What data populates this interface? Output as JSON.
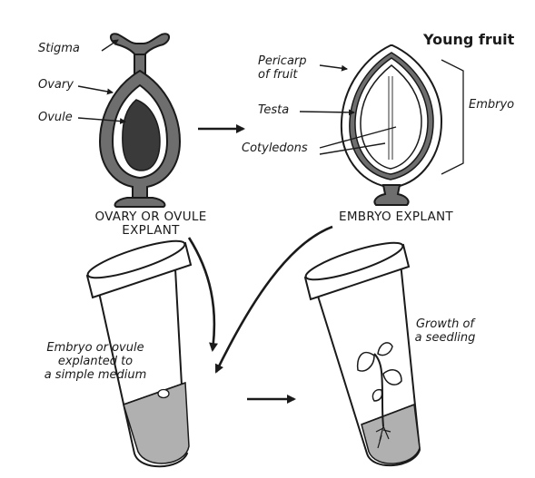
{
  "labels": {
    "stigma": "Stigma",
    "ovary": "Ovary",
    "ovule": "Ovule",
    "young_fruit": "Young fruit",
    "pericarp_line1": "Pericarp",
    "pericarp_line2": "of fruit",
    "testa": "Testa",
    "embryo": "Embryo",
    "cotyledons": "Cotyledons"
  },
  "captions": {
    "ovary_explant_line1": "OVARY OR OVULE",
    "ovary_explant_line2": "EXPLANT",
    "embryo_explant": "EMBRYO EXPLANT"
  },
  "tube_labels": {
    "medium_line1": "Embryo or ovule",
    "medium_line2": "explanted to",
    "medium_line3": "a simple medium",
    "growth_line1": "Growth of",
    "growth_line2": "a seedling"
  },
  "colors": {
    "ink": "#1a1a1a",
    "ovary_wall": "#6e6e6e",
    "ovule_fill": "#3a3a3a",
    "medium_fill": "#b0b0b0"
  }
}
